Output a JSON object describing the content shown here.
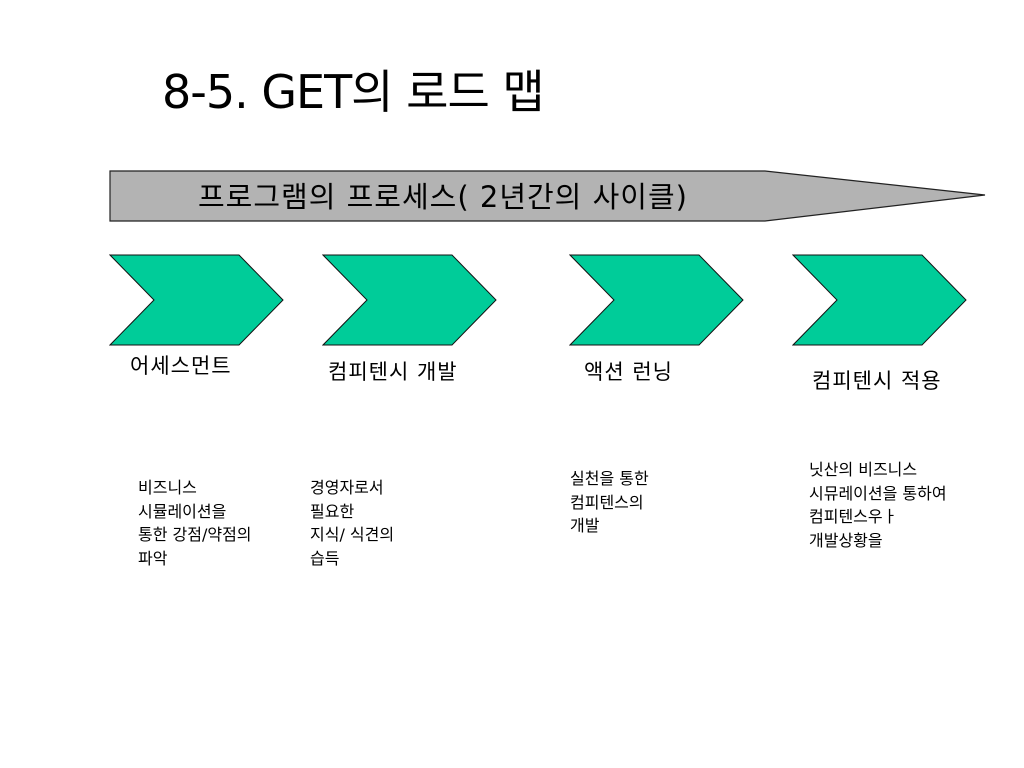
{
  "title": "8-5. GET의 로드 맵",
  "banner": {
    "label": "프로그램의 프로세스( 2년간의 사이클)",
    "fill_color": "#b3b3b3"
  },
  "chevron_color": "#00cc99",
  "stages": [
    {
      "label": "어세스먼트",
      "description": [
        "비즈니스",
        "시뮬레이션을",
        "통한 강점/약점의",
        "파악"
      ]
    },
    {
      "label": "컴피텐시 개발",
      "description": [
        "경영자로서",
        "필요한",
        "지식/ 식견의",
        "습득"
      ]
    },
    {
      "label": "액션 런닝",
      "description": [
        "실천을 통한",
        "컴피텐스의",
        "개발"
      ]
    },
    {
      "label": "컴피텐시 적용",
      "description": [
        "닛산의 비즈니스",
        "시뮤레이션을 통하여",
        "컴피텐스우ㅏ",
        "개발상황을"
      ]
    }
  ]
}
